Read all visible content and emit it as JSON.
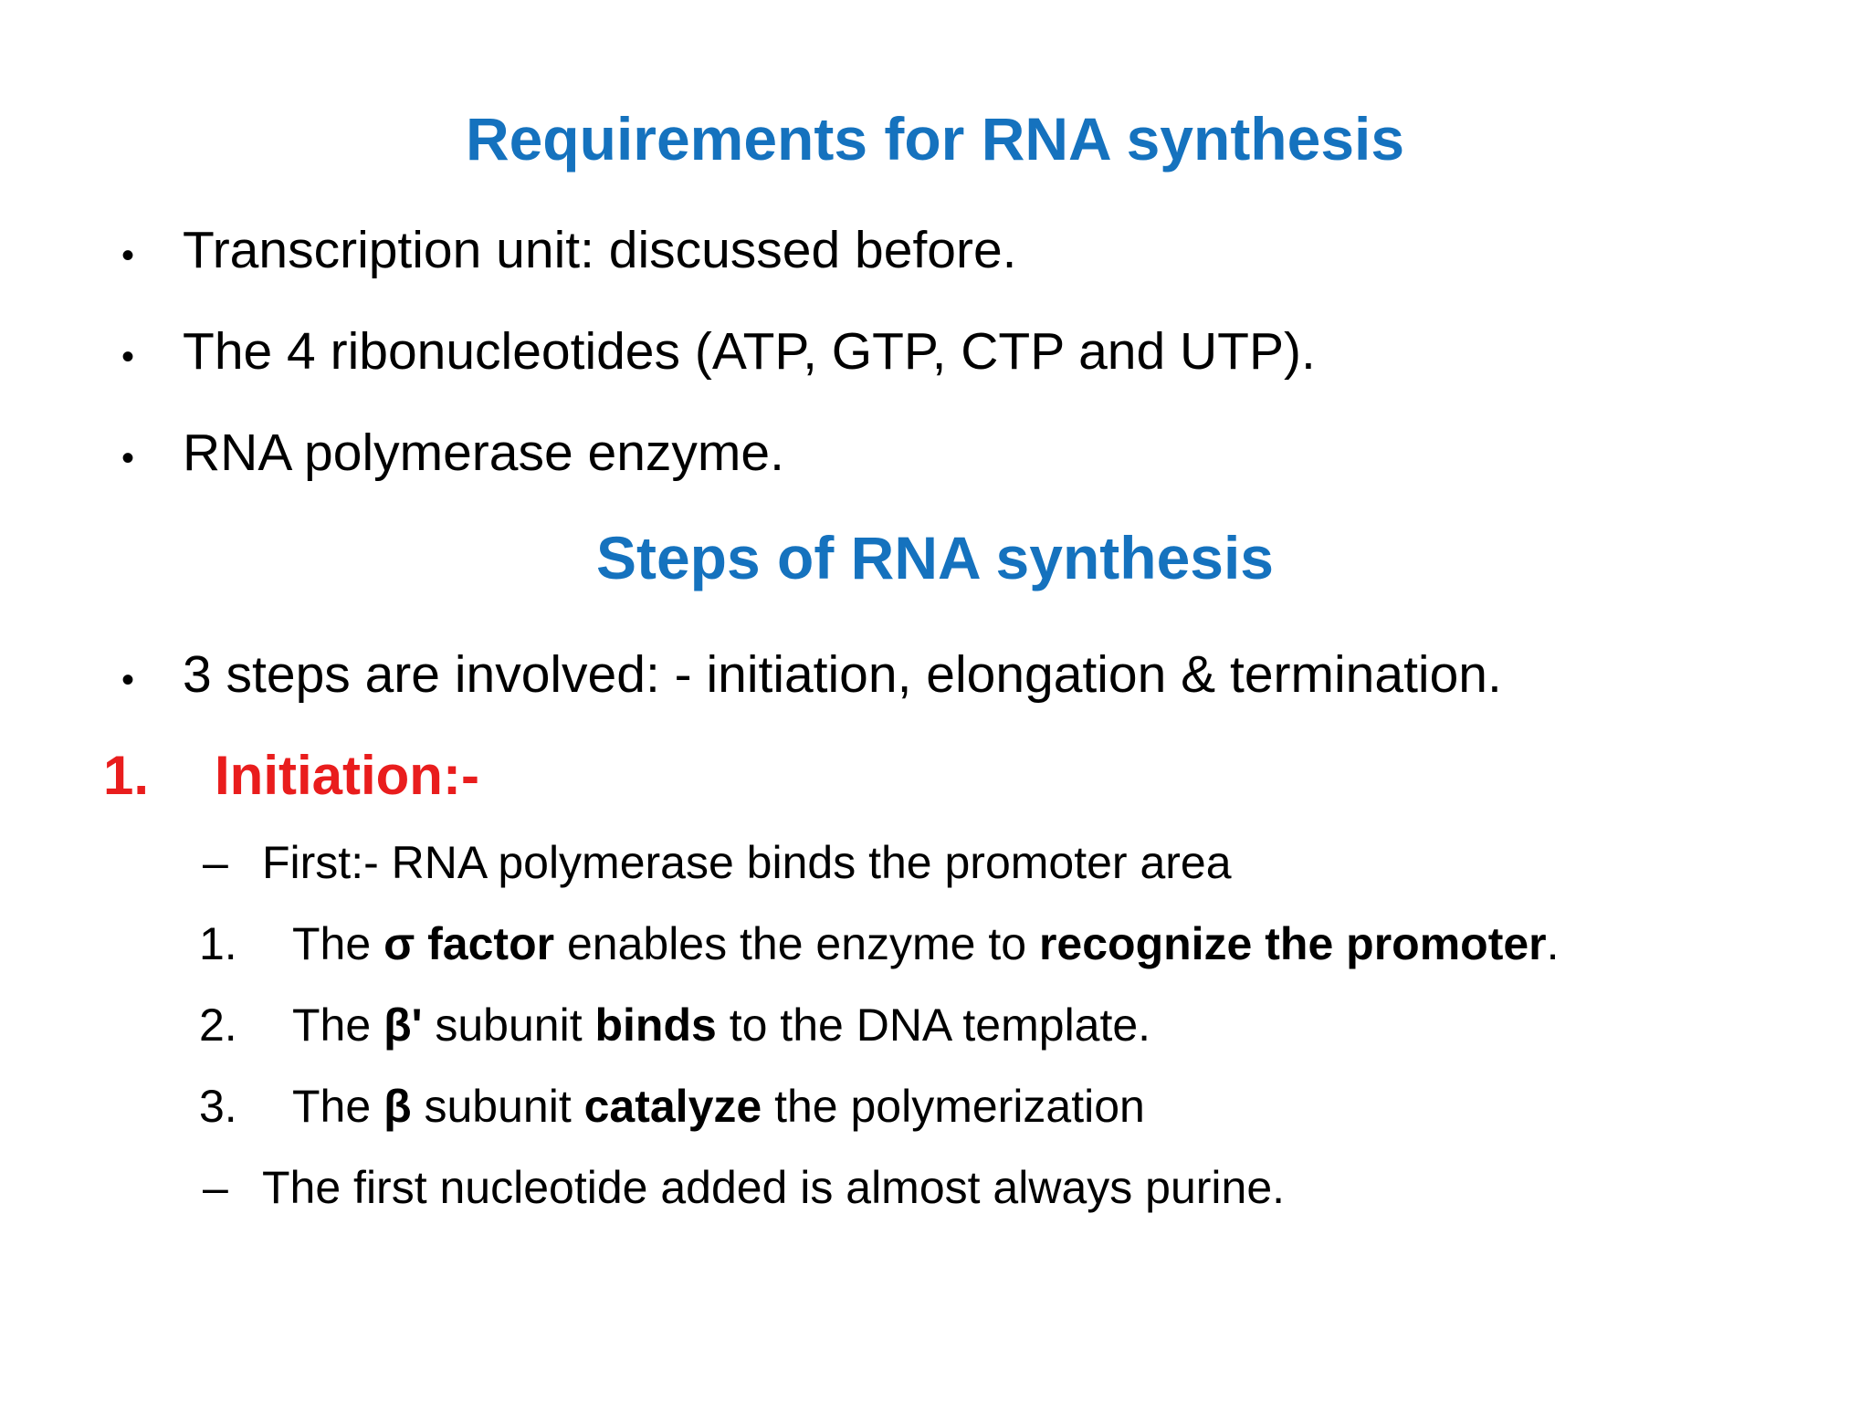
{
  "colors": {
    "heading_blue": "#1572BE",
    "initiation_red": "#E91D1D",
    "body_black": "#000000",
    "background": "#FFFFFF"
  },
  "icons": {
    "bullet": "•",
    "dash": "–"
  },
  "headings": {
    "requirements": "Requirements for RNA synthesis",
    "steps": "Steps of RNA synthesis"
  },
  "requirements_bullets": [
    "Transcription unit: discussed before.",
    "The 4 ribonucleotides (ATP, GTP, CTP and UTP).",
    "RNA polymerase enzyme."
  ],
  "steps_bullets": [
    "3 steps are involved: - initiation, elongation & termination."
  ],
  "initiation": {
    "number": "1.",
    "label": "Initiation:-"
  },
  "sub_items": [
    {
      "marker": "–",
      "segments": [
        {
          "t": "First:- RNA polymerase binds the promoter area",
          "b": false
        }
      ]
    },
    {
      "marker": "1.",
      "segments": [
        {
          "t": "The ",
          "b": false
        },
        {
          "t": "σ factor",
          "b": true
        },
        {
          "t": " enables the enzyme to ",
          "b": false
        },
        {
          "t": "recognize the promoter",
          "b": true
        },
        {
          "t": ".",
          "b": false
        }
      ]
    },
    {
      "marker": "2.",
      "segments": [
        {
          "t": "The ",
          "b": false
        },
        {
          "t": "β'",
          "b": true
        },
        {
          "t": " subunit ",
          "b": false
        },
        {
          "t": "binds",
          "b": true
        },
        {
          "t": " to the DNA template.",
          "b": false
        }
      ]
    },
    {
      "marker": "3.",
      "segments": [
        {
          "t": "The ",
          "b": false
        },
        {
          "t": "β",
          "b": true
        },
        {
          "t": " subunit ",
          "b": false
        },
        {
          "t": "catalyze",
          "b": true
        },
        {
          "t": " the polymerization",
          "b": false
        }
      ]
    },
    {
      "marker": "–",
      "segments": [
        {
          "t": "The first nucleotide added is almost always purine.",
          "b": false
        }
      ]
    }
  ]
}
